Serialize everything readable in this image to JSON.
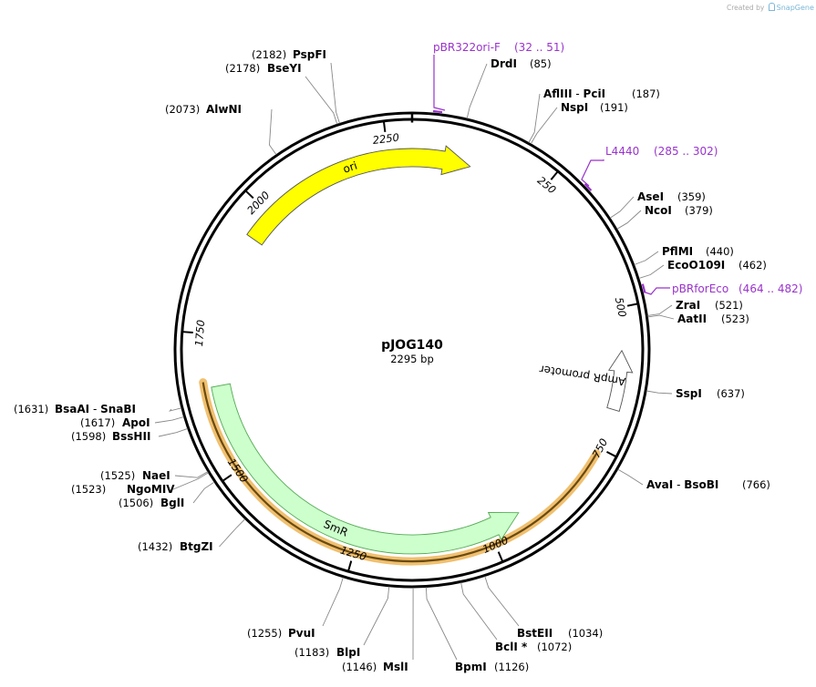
{
  "credit": {
    "created_by": "Created by",
    "brand": "SnapGene"
  },
  "plasmid": {
    "name": "pJOG140",
    "size_text": "2295 bp",
    "length": 2295
  },
  "ticks": [
    {
      "pos": 250,
      "label": "250"
    },
    {
      "pos": 500,
      "label": "500"
    },
    {
      "pos": 750,
      "label": "750"
    },
    {
      "pos": 1000,
      "label": "1000"
    },
    {
      "pos": 1250,
      "label": "1250"
    },
    {
      "pos": 1500,
      "label": "1500"
    },
    {
      "pos": 1750,
      "label": "1750"
    },
    {
      "pos": 2000,
      "label": "2000"
    },
    {
      "pos": 2250,
      "label": "2250"
    }
  ],
  "features": [
    {
      "id": "ori",
      "label": "ori",
      "start": 1944,
      "end": 112,
      "strand": "+",
      "color": "#ffff00"
    },
    {
      "id": "smr",
      "label": "SmR",
      "start": 936,
      "end": 1654,
      "strand": "-",
      "color": "#ccffcc"
    },
    {
      "id": "ampr_promoter",
      "label": "AmpR promoter",
      "start": 575,
      "end": 679,
      "strand": "-",
      "color": "#ffffff"
    }
  ],
  "highlight": {
    "start": 761,
    "end": 1665,
    "color": "#f0c070"
  },
  "primers": [
    {
      "id": "pbr322ori",
      "name": "pBR322ori-F",
      "range": "(32 .. 51)",
      "site": 32
    },
    {
      "id": "l4440",
      "name": "L4440",
      "range": "(285 .. 302)",
      "site": 294
    },
    {
      "id": "pbrforeco",
      "name": "pBRforEco",
      "range": "(464 .. 482)",
      "site": 472
    }
  ],
  "enzymes": [
    {
      "names": [
        "DrdI"
      ],
      "pos": "(85)",
      "site": 85
    },
    {
      "names": [
        "AflIII",
        "PciI"
      ],
      "pos": "(187)",
      "site": 187
    },
    {
      "names": [
        "NspI"
      ],
      "pos": "(191)",
      "site": 191
    },
    {
      "names": [
        "AseI"
      ],
      "pos": "(359)",
      "site": 359
    },
    {
      "names": [
        "NcoI"
      ],
      "pos": "(379)",
      "site": 379
    },
    {
      "names": [
        "PflMI"
      ],
      "pos": "(440)",
      "site": 440
    },
    {
      "names": [
        "EcoO109I"
      ],
      "pos": "(462)",
      "site": 462
    },
    {
      "names": [
        "ZraI"
      ],
      "pos": "(521)",
      "site": 521
    },
    {
      "names": [
        "AatII"
      ],
      "pos": "(523)",
      "site": 523
    },
    {
      "names": [
        "SspI"
      ],
      "pos": "(637)",
      "site": 637
    },
    {
      "names": [
        "AvaI",
        "BsoBI"
      ],
      "pos": "(766)",
      "site": 766
    },
    {
      "names": [
        "BstEII"
      ],
      "pos": "(1034)",
      "site": 1034
    },
    {
      "names": [
        "BclI *"
      ],
      "pos": "(1072)",
      "site": 1072
    },
    {
      "names": [
        "BpmI"
      ],
      "pos": "(1126)",
      "site": 1126
    },
    {
      "names": [
        "MslI"
      ],
      "pos": "(1146)",
      "site": 1146
    },
    {
      "names": [
        "BlpI"
      ],
      "pos": "(1183)",
      "site": 1183
    },
    {
      "names": [
        "PvuI"
      ],
      "pos": "(1255)",
      "site": 1255
    },
    {
      "names": [
        "BtgZI"
      ],
      "pos": "(1432)",
      "site": 1432
    },
    {
      "names": [
        "BglI"
      ],
      "pos": "(1506)",
      "site": 1506
    },
    {
      "names": [
        "NgoMIV"
      ],
      "pos": "(1523)",
      "site": 1523
    },
    {
      "names": [
        "NaeI"
      ],
      "pos": "(1525)",
      "site": 1525
    },
    {
      "names": [
        "BssHII"
      ],
      "pos": "(1598)",
      "site": 1598
    },
    {
      "names": [
        "ApoI"
      ],
      "pos": "(1617)",
      "site": 1617
    },
    {
      "names": [
        "BsaAI",
        "SnaBI"
      ],
      "pos": "(1631)",
      "site": 1631
    },
    {
      "names": [
        "AlwNI"
      ],
      "pos": "(2073)",
      "site": 2073
    },
    {
      "names": [
        "BseYI"
      ],
      "pos": "(2178)",
      "site": 2178
    },
    {
      "names": [
        "PspFI"
      ],
      "pos": "(2182)",
      "site": 2182
    }
  ]
}
